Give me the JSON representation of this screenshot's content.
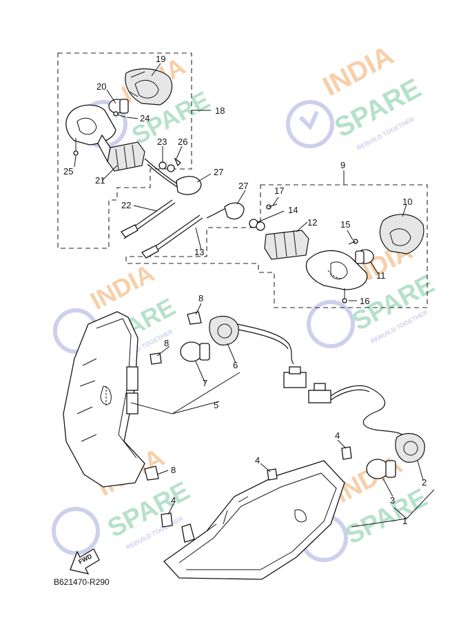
{
  "figure": {
    "code": "B621470-R290",
    "fwd_label": "FWD"
  },
  "watermark": {
    "brand_top": "INDIA",
    "brand_bottom": "SPARE",
    "tagline": "REBUILD TOGETHER",
    "color_orange": "#f6c79a",
    "color_green": "#a9dcc2",
    "color_blue": "#c4c8ea"
  },
  "callouts": {
    "c1": "1",
    "c2": "2",
    "c3": "3",
    "c4a": "4",
    "c4b": "4",
    "c4c": "4",
    "c5": "5",
    "c6": "6",
    "c7": "7",
    "c8a": "8",
    "c8b": "8",
    "c8c": "8",
    "c9": "9",
    "c10": "10",
    "c11": "11",
    "c12": "12",
    "c13": "13",
    "c14": "14",
    "c15": "15",
    "c16": "16",
    "c17": "17",
    "c18": "18",
    "c19": "19",
    "c20": "20",
    "c21": "21",
    "c22": "22",
    "c23": "23",
    "c24": "24",
    "c25": "25",
    "c26": "26",
    "c27a": "27",
    "c27b": "27"
  }
}
